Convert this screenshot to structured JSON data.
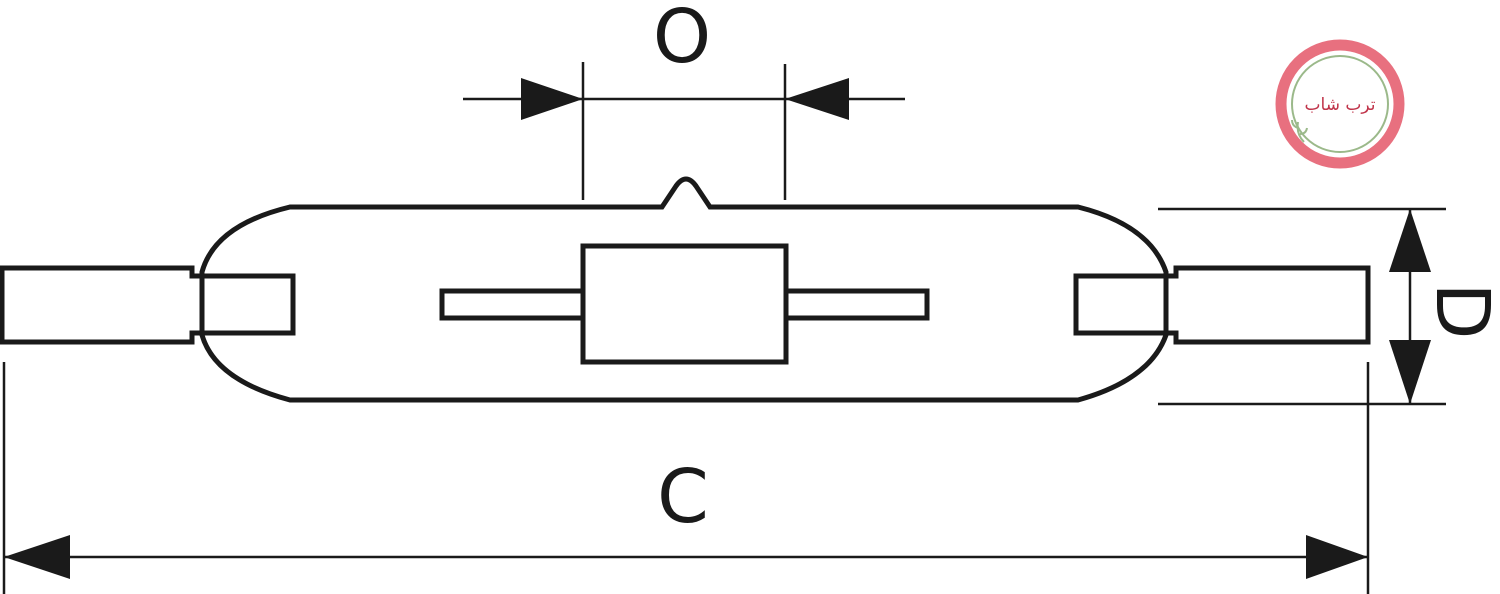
{
  "labels": {
    "overall_length": "C",
    "diameter": "D",
    "light_center": "O"
  },
  "watermark": {
    "text": "ترب شاب",
    "ring_color": "#e8707f",
    "inner_ring_color": "#9bb98a",
    "leaf_color": "#9bb98a"
  },
  "colors": {
    "line": "#1a1a1a",
    "background": "#ffffff"
  }
}
